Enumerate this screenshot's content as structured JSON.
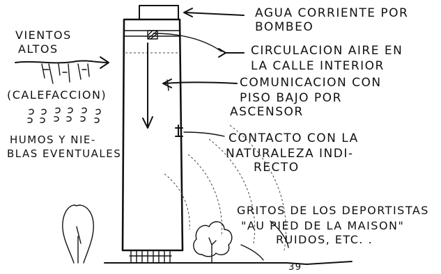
{
  "labels": {
    "agua_line1": "AGUA CORRIENTE POR",
    "agua_line2": "BOMBEO",
    "circulacion_line1": "CIRCULACION AIRE EN",
    "circulacion_line2": "LA CALLE INTERIOR",
    "comunicacion_line1": "COMUNICACION CON",
    "comunicacion_line2": "PISO BAJO POR",
    "comunicacion_line3": "ASCENSOR",
    "contacto_line1": "CONTACTO CON LA",
    "contacto_line2": "NATURALEZA INDI-",
    "contacto_line3": "RECTO",
    "gritos_line1": "GRITOS DE LOS DEPORTISTAS",
    "gritos_line2": "\"AU PIED DE LA MAISON\"",
    "gritos_line3": "RUIDOS, ETC. .",
    "vientos_line1": "VIENTOS",
    "vientos_line2": "ALTOS",
    "calefaccion": "(CALEFACCION)",
    "humos_line1": "HUMOS Y NIE-",
    "humos_line2": "BLAS EVENTUALES",
    "page_number": "39"
  }
}
